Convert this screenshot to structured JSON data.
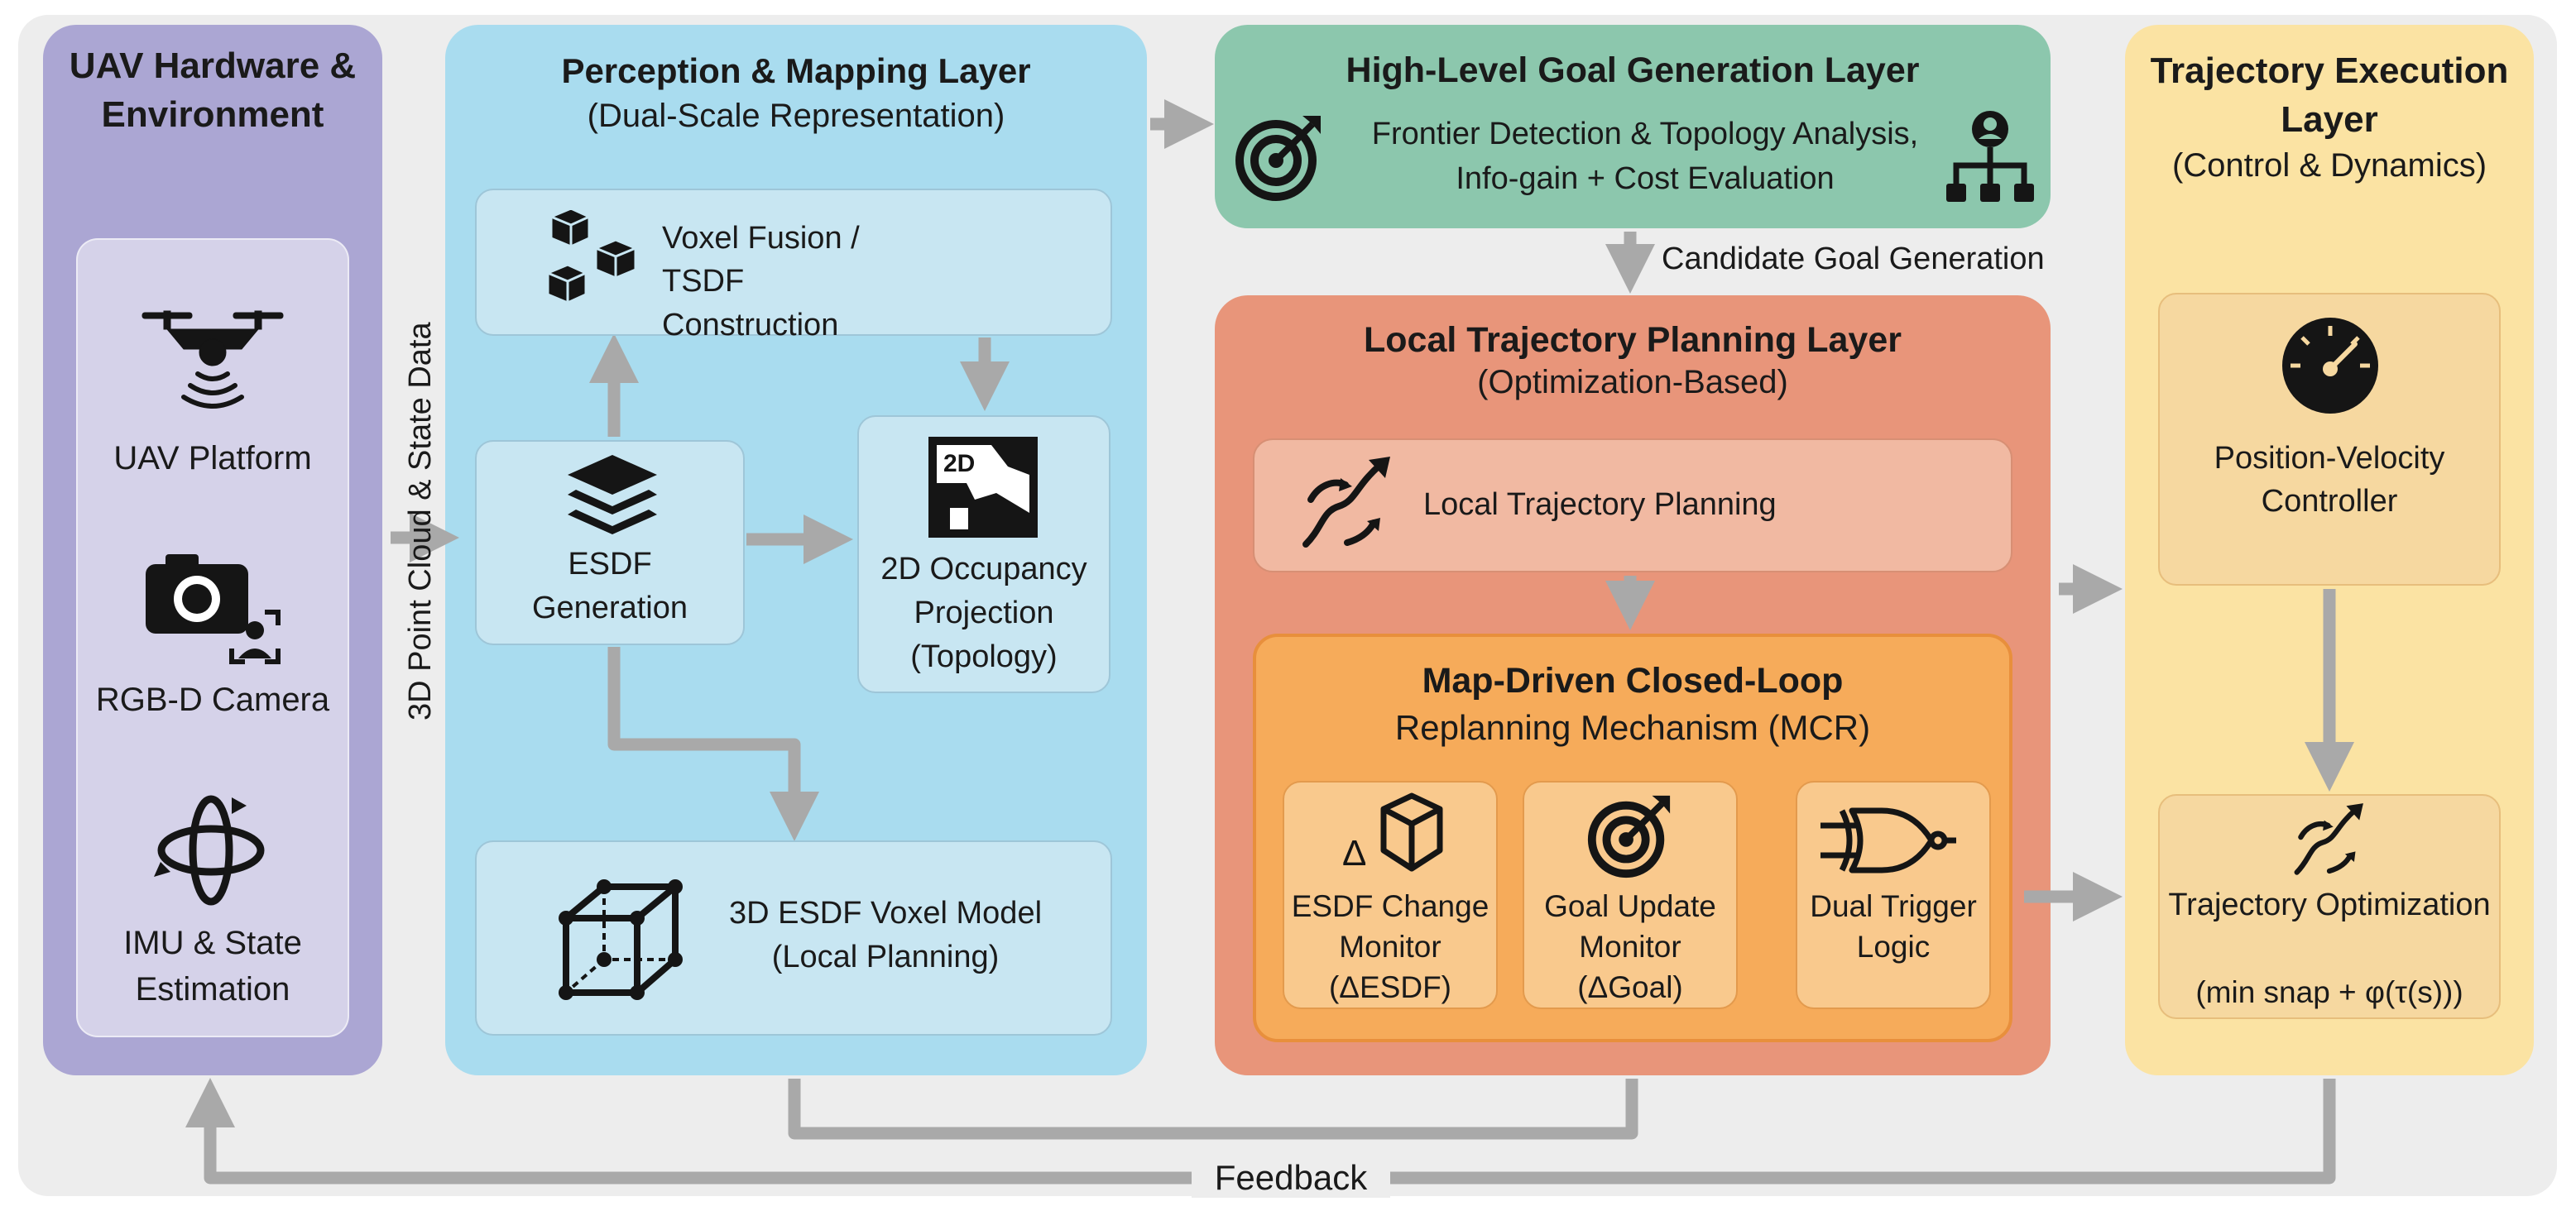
{
  "hardware": {
    "title": "UAV Hardware & Environment",
    "items": [
      {
        "label": "UAV Platform",
        "icon": "drone-icon"
      },
      {
        "label": "RGB-D Camera",
        "icon": "camera-icon"
      },
      {
        "label": "IMU & State Estimation",
        "icon": "imu-icon"
      }
    ]
  },
  "edge_data": "3D Point Cloud & State Data",
  "perception": {
    "title": "Perception & Mapping Layer",
    "subtitle": "(Dual-Scale Representation)",
    "voxel_fusion": "Voxel Fusion / TSDF Construction",
    "esdf_generation": "ESDF Generation",
    "occupancy": "2D Occupancy Projection (Topology)",
    "occupancy_badge": "2D",
    "esdf_model": "3D ESDF Voxel Model (Local Planning)"
  },
  "goal": {
    "title": "High-Level Goal Generation Layer",
    "line1": "Frontier Detection & Topology Analysis,",
    "line2": "Info-gain + Cost Evaluation"
  },
  "edge_candidate": "Candidate Goal Generation",
  "planning": {
    "title": "Local Trajectory Planning Layer",
    "subtitle": "(Optimization-Based)",
    "local": "Local Trajectory Planning",
    "mcr_title": "Map-Driven Closed-Loop",
    "mcr_subtitle": "Replanning Mechanism (MCR)",
    "esdf_monitor": "ESDF Change Monitor (ΔESDF)",
    "goal_monitor": "Goal Update Monitor (ΔGoal)",
    "trigger": "Dual Trigger Logic",
    "delta_glyph": "Δ"
  },
  "execution": {
    "title": "Trajectory Execution Layer",
    "subtitle": "(Control & Dynamics)",
    "controller": "Position-Velocity Controller",
    "optimization": "Trajectory Optimization",
    "formula": "(min snap + φ(τ(s)))"
  },
  "feedback": "Feedback",
  "colors": {
    "hardware": "#aba6d3",
    "perception": "#a9dcef",
    "goal": "#8cc7ad",
    "planning": "#e8957a",
    "mcr": "#f6ab5a",
    "execution": "#fbe3a3",
    "arrow": "#a9a9a9"
  }
}
